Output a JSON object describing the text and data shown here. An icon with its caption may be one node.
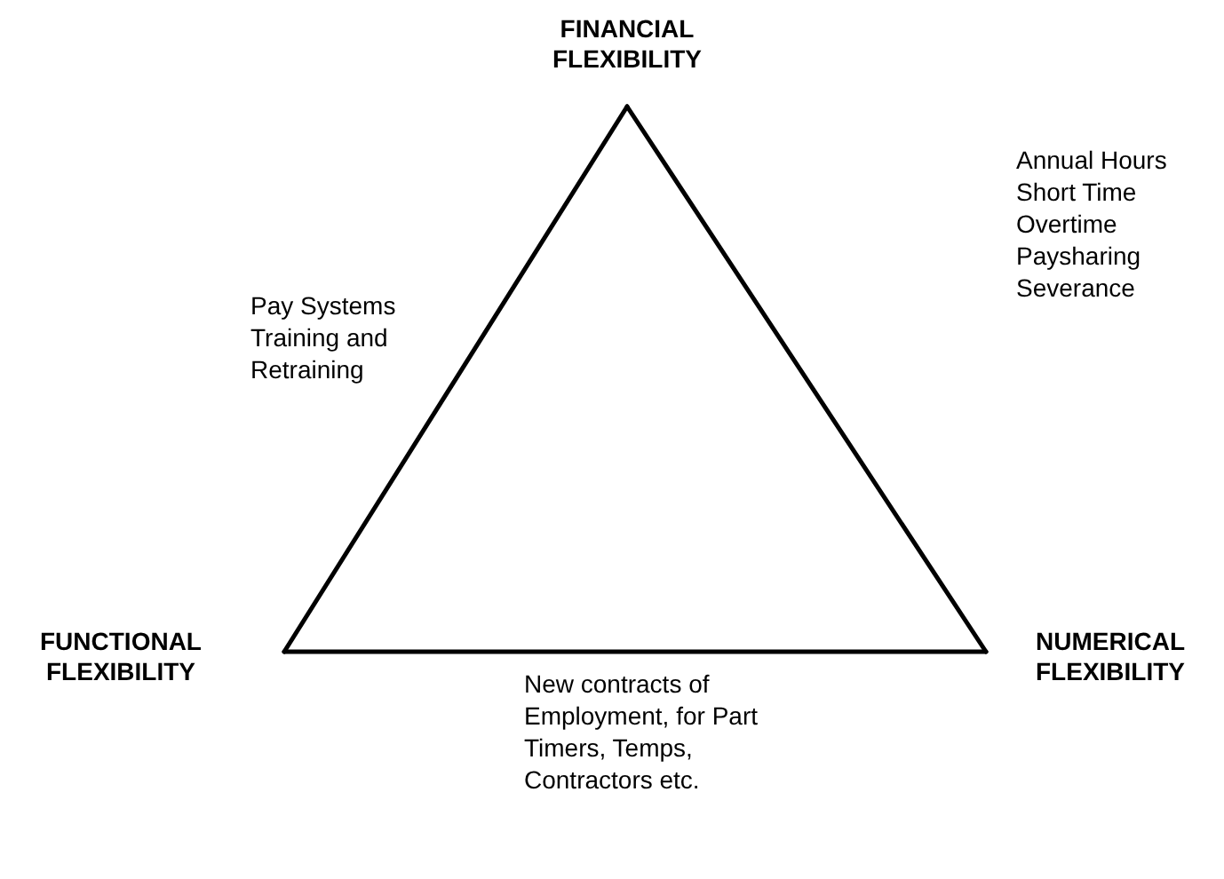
{
  "diagram": {
    "nodes": [
      {
        "text": [
          "FINANCIAL FLEXIBILITY"
        ]
      },
      {
        "text": [
          "FUNCTIONAL FLEXIBILITY"
        ]
      },
      {
        "text": [
          "NUMERICAL FLEXIBILITY"
        ]
      }
    ],
    "edges": [
      {
        "from": 1,
        "to": 0,
        "arrow": "none"
      },
      {
        "from": 0,
        "to": 2,
        "arrow": "none"
      },
      {
        "from": 1,
        "to": 2,
        "arrow": "none"
      }
    ],
    "labels": [
      "Pay Systems Training and Retraining",
      "Annual Hours",
      "Short Time",
      "Overtime",
      "Paysharing",
      "Severance",
      "New contracts of Employment, for Part Timers, Temps, Contractors etc."
    ]
  }
}
